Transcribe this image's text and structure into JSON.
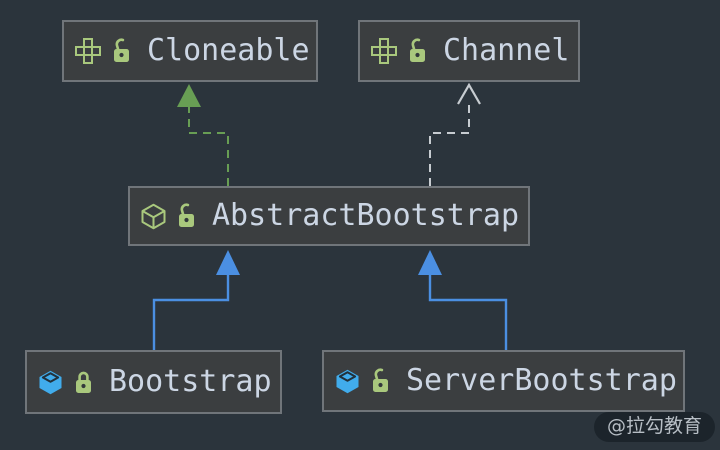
{
  "diagram": {
    "type": "uml-class-hierarchy",
    "nodes": [
      {
        "id": "cloneable",
        "label": "Cloneable",
        "kind": "interface",
        "lock": "open"
      },
      {
        "id": "channel",
        "label": "Channel",
        "kind": "interface",
        "lock": "open"
      },
      {
        "id": "abstract_bootstrap",
        "label": "AbstractBootstrap",
        "kind": "abstract-class",
        "lock": "open"
      },
      {
        "id": "bootstrap",
        "label": "Bootstrap",
        "kind": "class",
        "lock": "closed"
      },
      {
        "id": "server_bootstrap",
        "label": "ServerBootstrap",
        "kind": "class",
        "lock": "open"
      }
    ],
    "edges": [
      {
        "from": "AbstractBootstrap",
        "to": "Cloneable",
        "line": "dashed",
        "arrowhead": "solid-triangle",
        "color": "#689e54",
        "meaning": "implements"
      },
      {
        "from": "AbstractBootstrap",
        "to": "Channel",
        "line": "dashed",
        "arrowhead": "open-arrow",
        "color": "#c7ccd1",
        "meaning": "dependency"
      },
      {
        "from": "Bootstrap",
        "to": "AbstractBootstrap",
        "line": "solid",
        "arrowhead": "solid-triangle",
        "color": "#4b8fe2",
        "meaning": "extends"
      },
      {
        "from": "ServerBootstrap",
        "to": "AbstractBootstrap",
        "line": "solid",
        "arrowhead": "solid-triangle",
        "color": "#4b8fe2",
        "meaning": "extends"
      }
    ]
  },
  "watermark": {
    "text": "@拉勾教育"
  },
  "colors": {
    "background": "#2b343c",
    "node_fill": "#3b3e40",
    "node_border": "#70757a",
    "node_text": "#ccd6e4",
    "green_accent": "#a9c87d",
    "green_edge": "#689e54",
    "gray_edge": "#c7ccd1",
    "blue_edge": "#4b8fe2",
    "blue_class_icon": "#41acec"
  }
}
